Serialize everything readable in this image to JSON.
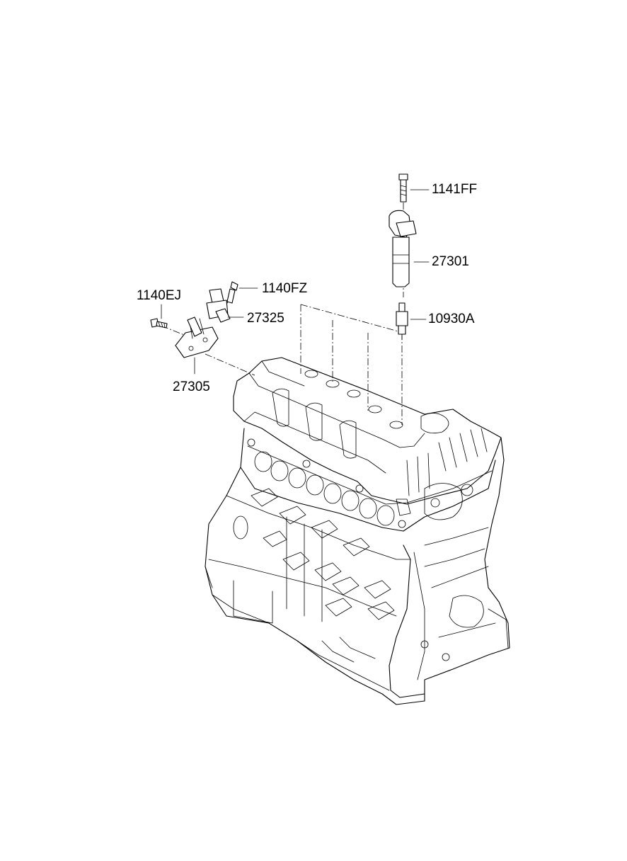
{
  "diagram": {
    "labels": {
      "bolt_top": "1141FF",
      "ignition_coil": "27301",
      "spark_plug": "10930A",
      "bolt_left": "1140EJ",
      "bolt_small": "1140FZ",
      "sensor": "27325",
      "bracket": "27305"
    }
  }
}
